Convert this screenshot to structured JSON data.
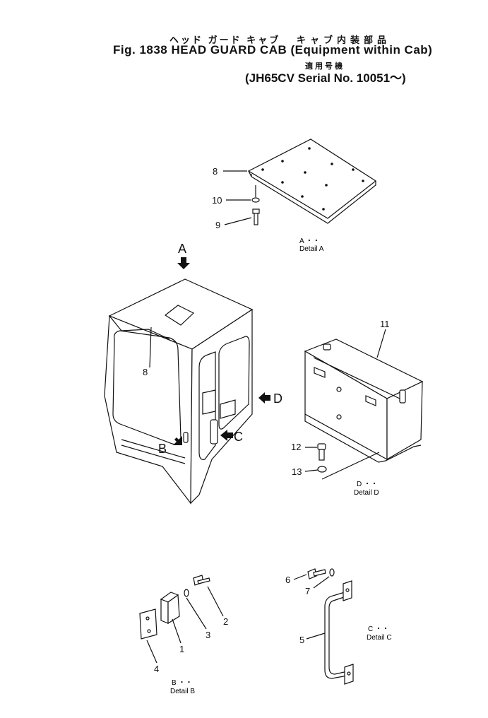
{
  "title": {
    "jp_line1": "ヘッド ガード キャブ",
    "jp_line1b": "キャブ内装部品",
    "fig": "Fig. 1838",
    "name": "HEAD GUARD CAB",
    "sub": "(Equipment within Cab)",
    "jp_line2": "適用号機",
    "serial": "(JH65CV Serial No. 10051～)"
  },
  "views": {
    "A": "A",
    "B": "B",
    "C": "C",
    "D": "D"
  },
  "details": {
    "a_jp": "A  ・・",
    "a": "Detail A",
    "b_jp": "B  ・・",
    "b": "Detail B",
    "c_jp": "C  ・・",
    "c": "Detail C",
    "d_jp": "D  ・・",
    "d": "Detail D"
  },
  "parts": {
    "p1": "1",
    "p2": "2",
    "p3": "3",
    "p4": "4",
    "p5": "5",
    "p6": "6",
    "p7": "7",
    "p8a": "8",
    "p8b": "8",
    "p9": "9",
    "p10": "10",
    "p11": "11",
    "p12": "12",
    "p13": "13"
  }
}
